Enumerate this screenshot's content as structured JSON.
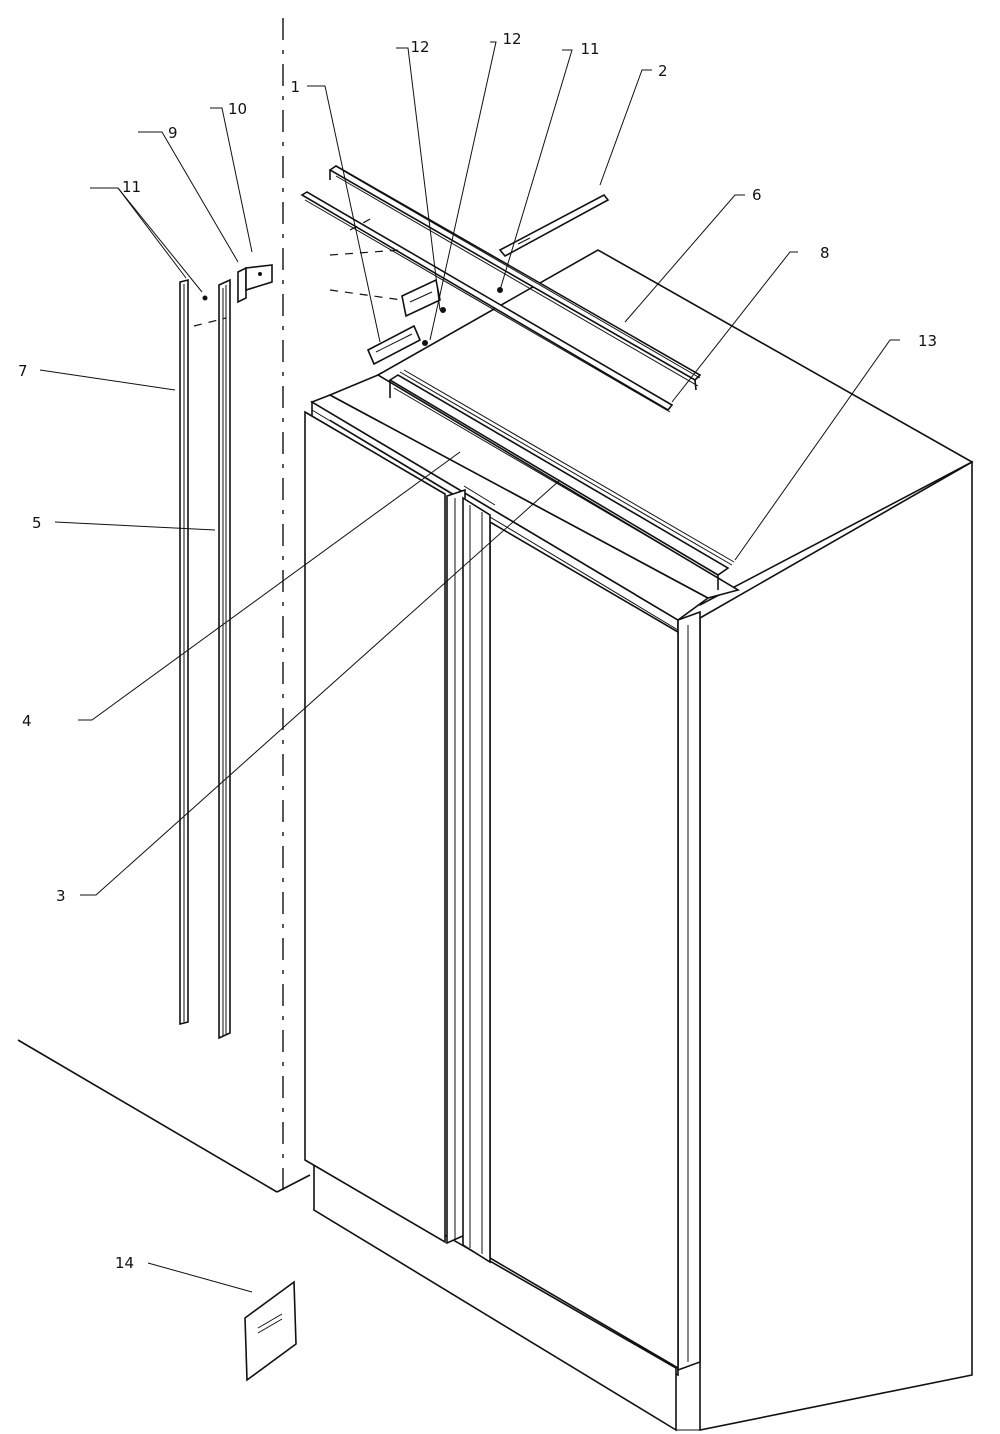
{
  "callouts": [
    {
      "id": "c1",
      "text": "1"
    },
    {
      "id": "c12a",
      "text": "12"
    },
    {
      "id": "c12b",
      "text": "12"
    },
    {
      "id": "c11a",
      "text": "11"
    },
    {
      "id": "c2",
      "text": "2"
    },
    {
      "id": "c10",
      "text": "10"
    },
    {
      "id": "c9",
      "text": "9"
    },
    {
      "id": "c11b",
      "text": "11"
    },
    {
      "id": "c6",
      "text": "6"
    },
    {
      "id": "c8",
      "text": "8"
    },
    {
      "id": "c13",
      "text": "13"
    },
    {
      "id": "c7",
      "text": "7"
    },
    {
      "id": "c5",
      "text": "5"
    },
    {
      "id": "c4",
      "text": "4"
    },
    {
      "id": "c3",
      "text": "3"
    },
    {
      "id": "c14",
      "text": "14"
    }
  ]
}
